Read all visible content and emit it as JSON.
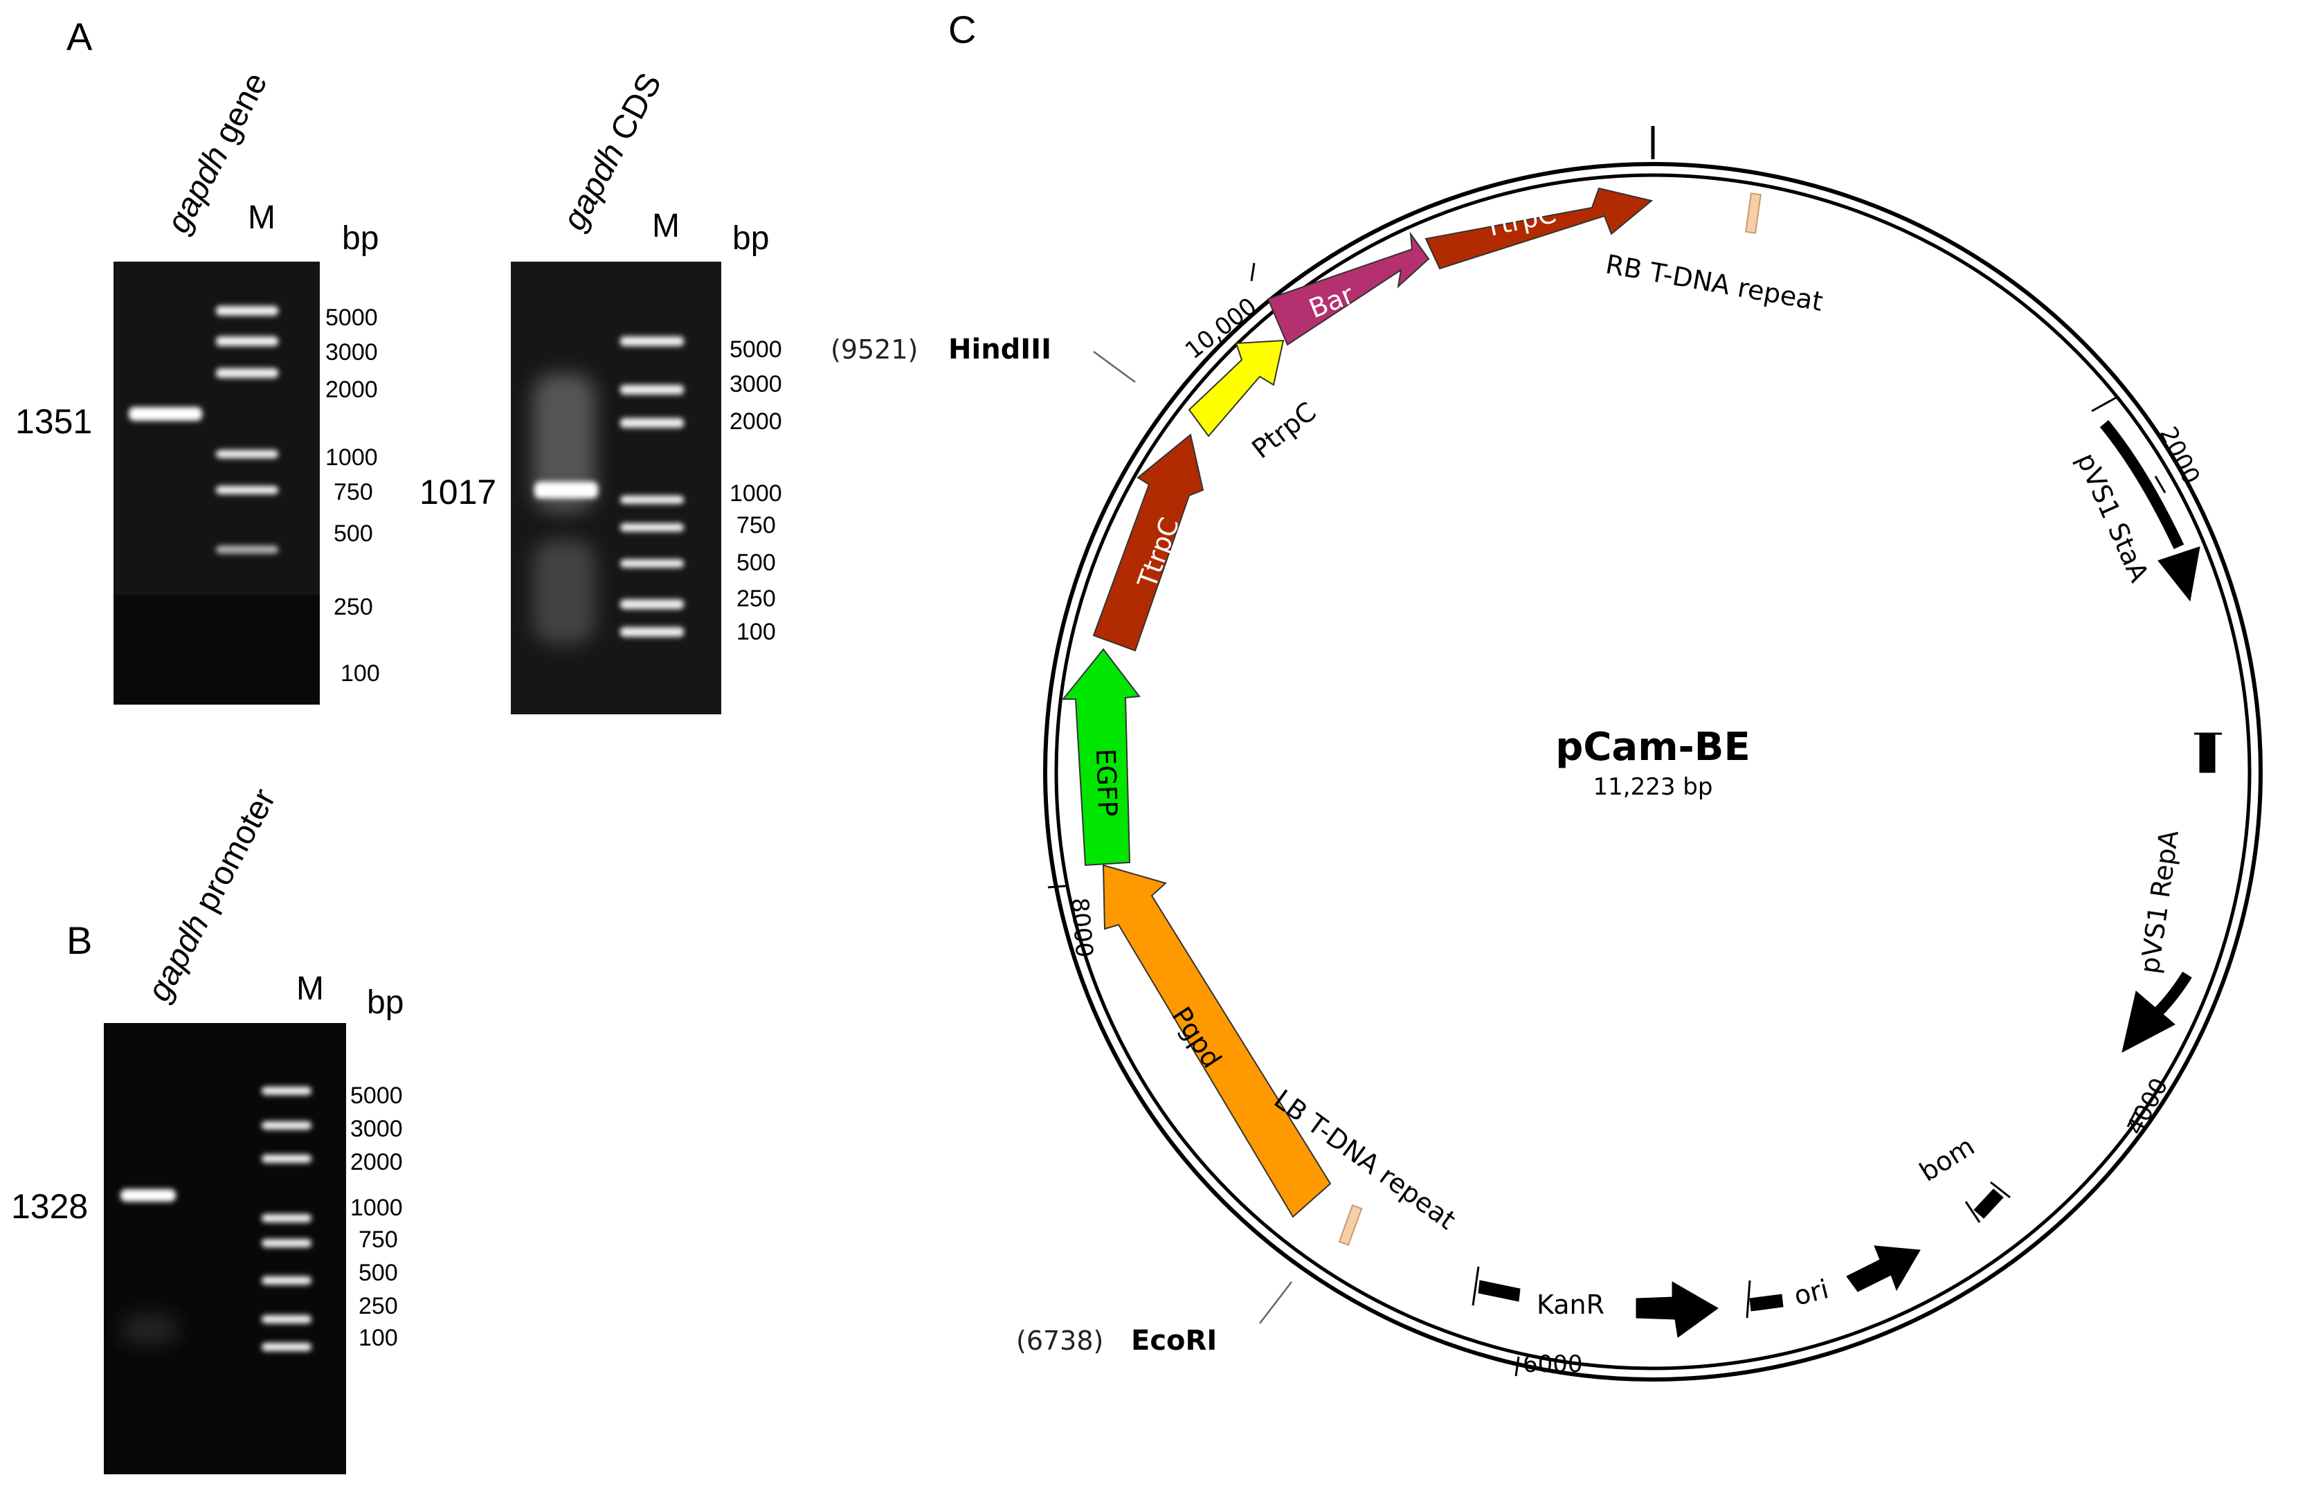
{
  "panels": {
    "a": "A",
    "b": "B",
    "c": "C"
  },
  "gel_gene": {
    "lane_label_italic": "gapdh",
    "lane_label_rest": " gene",
    "marker_label": "M",
    "unit_label": "bp",
    "sample_size": "1351",
    "ladder": [
      "5000",
      "3000",
      "2000",
      "1000",
      "750",
      "500",
      "250",
      "100"
    ]
  },
  "gel_cds": {
    "lane_label_italic": "gapdh",
    "lane_label_rest": " CDS",
    "marker_label": "M",
    "unit_label": "bp",
    "sample_size": "1017",
    "ladder": [
      "5000",
      "3000",
      "2000",
      "1000",
      "750",
      "500",
      "250",
      "100"
    ]
  },
  "gel_promoter": {
    "lane_label_italic": "gapdh",
    "lane_label_rest": " promoter",
    "marker_label": "M",
    "unit_label": "bp",
    "sample_size": "1328",
    "ladder": [
      "5000",
      "3000",
      "2000",
      "1000",
      "750",
      "500",
      "250",
      "100"
    ]
  },
  "plasmid": {
    "name": "pCam-BE",
    "size": "11,223 bp",
    "total_bp": 11223,
    "ticks": [
      "2000",
      "4000",
      "6000",
      "8000",
      "10,000"
    ],
    "sites": [
      {
        "position": "(9521)",
        "enzyme": "HindIII"
      },
      {
        "position": "(6738)",
        "enzyme": "EcoRI"
      }
    ],
    "features": [
      {
        "name": "TtrpC",
        "color": "#b22b00"
      },
      {
        "name": "Bar",
        "color": "#b5306f"
      },
      {
        "name": "PtrpC",
        "color": "#ffff00"
      },
      {
        "name": "TtrpC",
        "color": "#b22b00"
      },
      {
        "name": "EGFP",
        "color": "#00e600"
      },
      {
        "name": "Pgpd",
        "color": "#ff9900"
      },
      {
        "name": "RB T-DNA repeat",
        "color": "#f5cfa8"
      },
      {
        "name": "LB T-DNA repeat",
        "color": "#f5cfa8"
      },
      {
        "name": "pVS1 StaA",
        "color": "#000000"
      },
      {
        "name": "pVS1 RepA",
        "color": "#000000"
      },
      {
        "name": "KanR",
        "color": "#000000"
      },
      {
        "name": "ori",
        "color": "#000000"
      },
      {
        "name": "bom",
        "color": "#000000"
      }
    ]
  }
}
